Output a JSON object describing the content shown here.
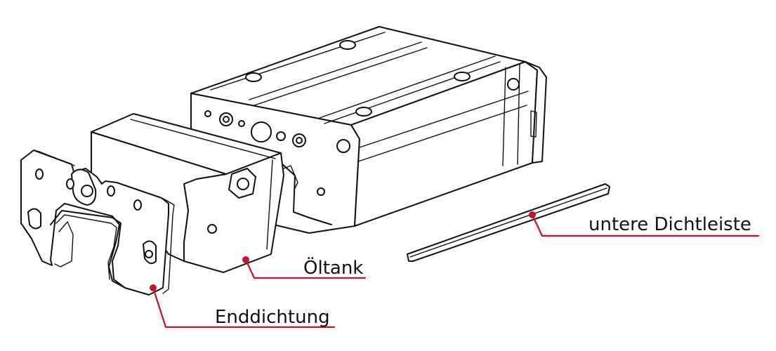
{
  "colors": {
    "line": "#111111",
    "leader": "#c8102e",
    "background": "#ffffff"
  },
  "labels": {
    "oil_tank": "Öltank",
    "end_seal": "Enddichtung",
    "bottom_seal_strip": "untere Dichtleiste"
  }
}
